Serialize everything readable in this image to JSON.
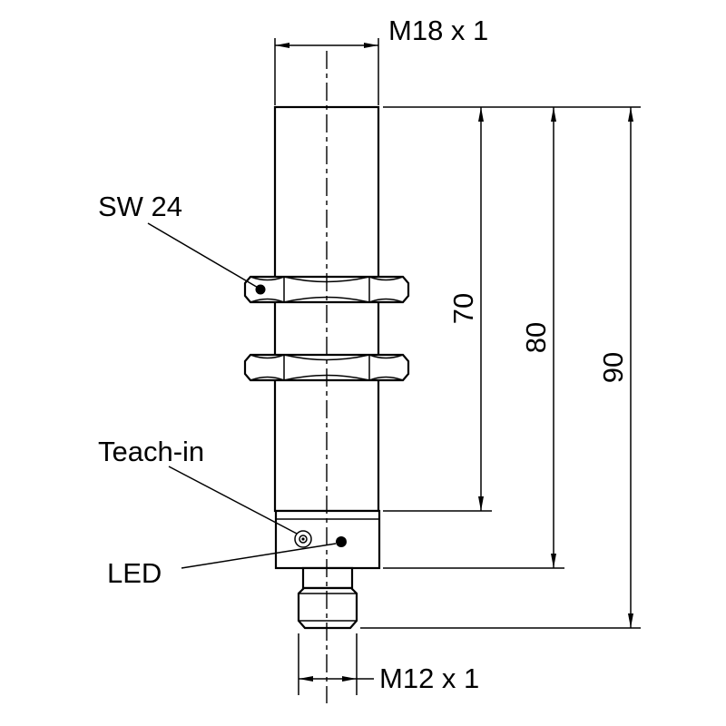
{
  "labels": {
    "thread_top": "M18 x 1",
    "wrench_size": "SW 24",
    "teach_in": "Teach-in",
    "led": "LED",
    "thread_bottom": "M12 x 1",
    "dim_70": "70",
    "dim_80": "80",
    "dim_90": "90"
  },
  "colors": {
    "line": "#000000",
    "background": "#ffffff"
  }
}
